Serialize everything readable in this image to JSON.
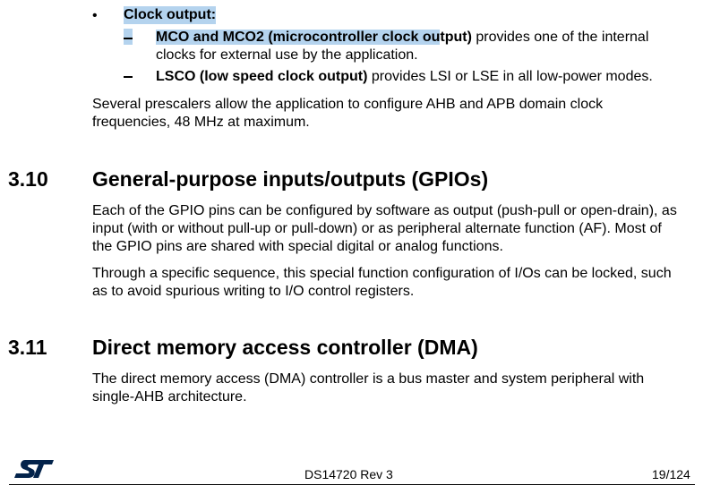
{
  "clock_output": {
    "bullet": "•",
    "heading": "Clock output:",
    "mco": {
      "bold_highlighted": "MCO and MCO2 (microcontroller clock ou",
      "bold_plain": "tput)",
      "rest_line1": " provides one of the internal",
      "rest_line2": "clocks for external use by the application."
    },
    "lsco": {
      "bold": "LSCO (low speed clock output)",
      "rest": " provides LSI or LSE in all low-power modes."
    }
  },
  "prescalers": {
    "line1": "Several prescalers allow the application to configure AHB and APB domain clock",
    "line2": "frequencies, 48 MHz at maximum."
  },
  "section_gpio": {
    "number": "3.10",
    "title": "General-purpose inputs/outputs (GPIOs)",
    "para1": [
      "Each of the GPIO pins can be configured by software as output (push-pull or open-drain), as",
      "input (with or without pull-up or pull-down) or as peripheral alternate function (AF). Most of",
      "the GPIO pins are shared with special digital or analog functions."
    ],
    "para2": [
      "Through a specific sequence, this special function configuration of I/Os can be locked, such",
      "as to avoid spurious writing to I/O control registers."
    ]
  },
  "section_dma": {
    "number": "3.11",
    "title": "Direct memory access controller (DMA)",
    "para1": [
      "The direct memory access (DMA) controller is a bus master and system peripheral with",
      "single-AHB architecture."
    ]
  },
  "footer": {
    "logo_icon": "st-logo-icon",
    "logo_text": "ST",
    "doc_id": "DS14720 Rev 3",
    "page": "19/124"
  },
  "colors": {
    "highlight": "#b4d3ee",
    "logo": "#03234b"
  }
}
